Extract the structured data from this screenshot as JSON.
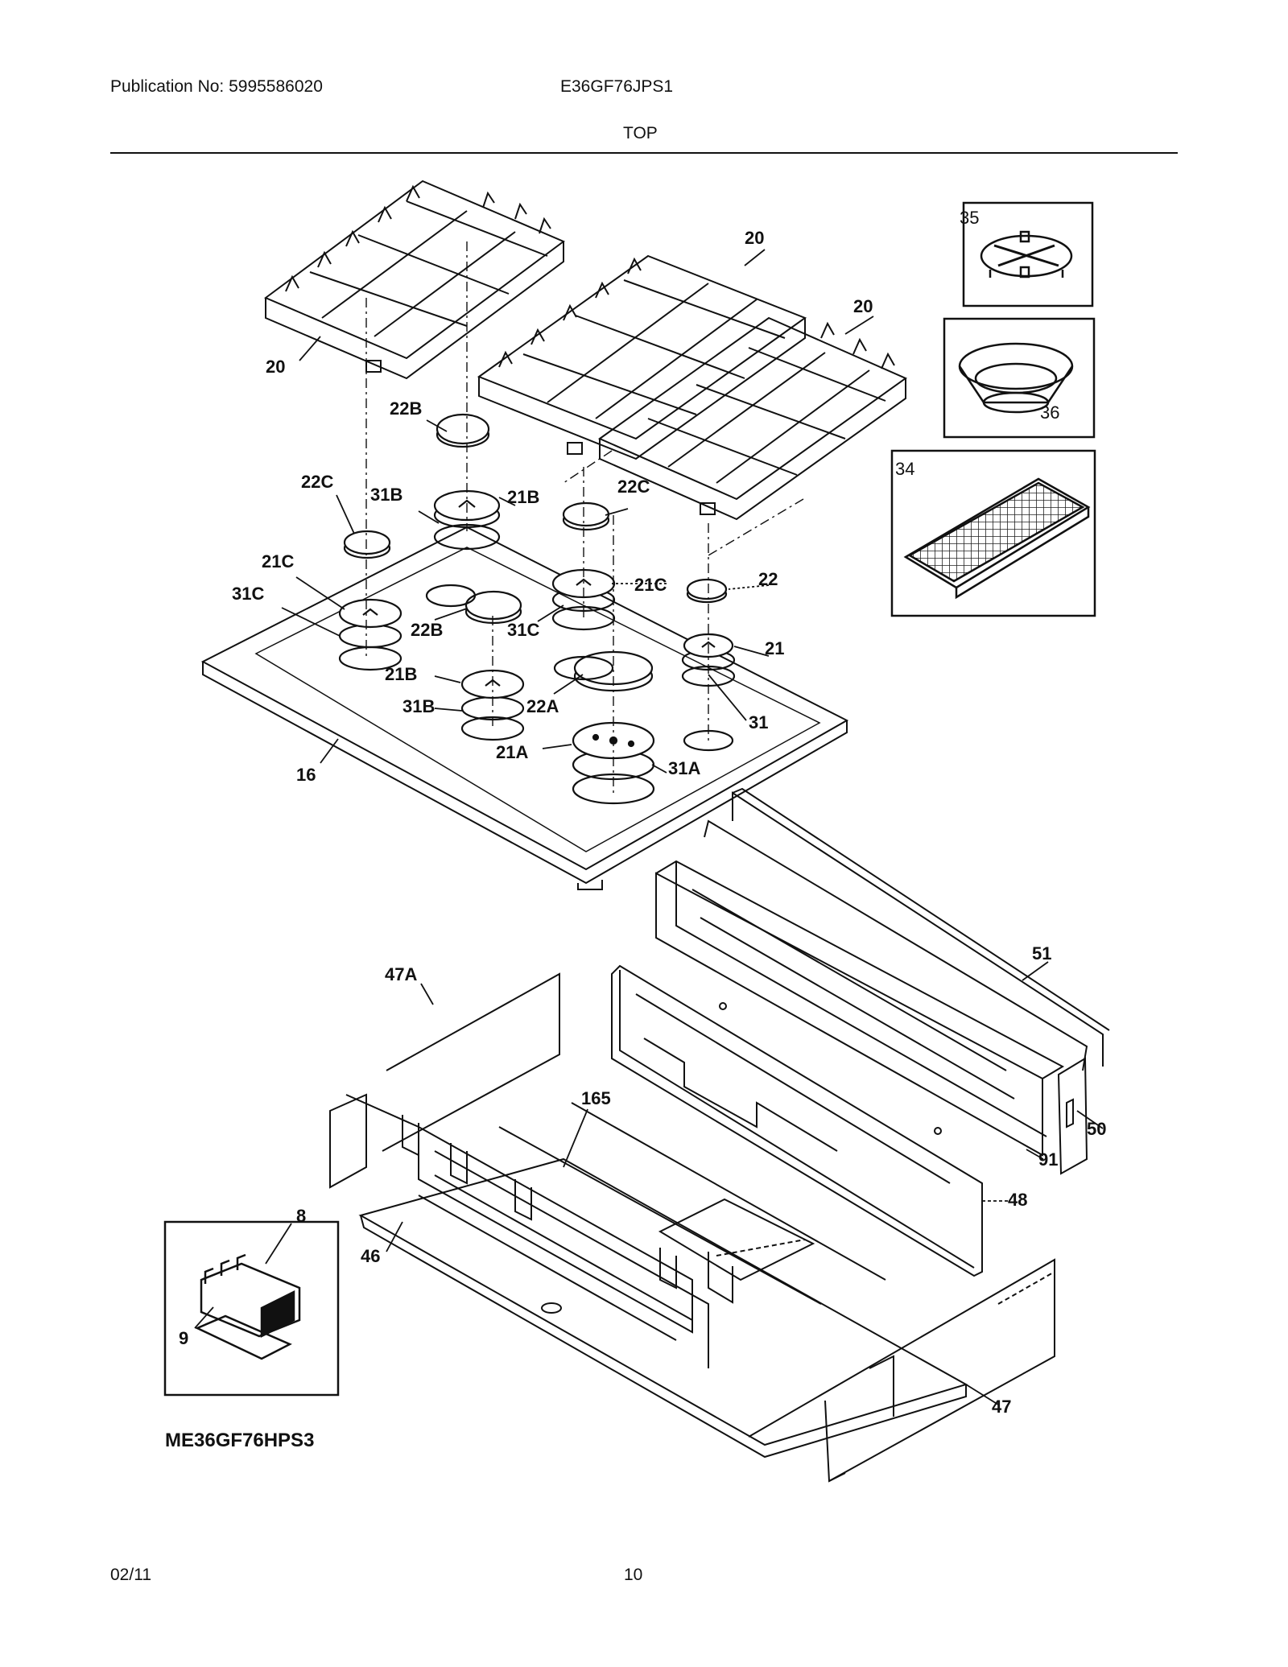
{
  "header": {
    "publication": "Publication No: 5995586020",
    "model": "E36GF76JPS1",
    "section": "TOP"
  },
  "footer": {
    "date": "02/11",
    "page": "10"
  },
  "diagram": {
    "model_note": "ME36GF76HPS3",
    "labels": {
      "grate_left": "20",
      "grate_center": "20",
      "grate_right": "20",
      "cap_22b_top": "22B",
      "cap_22c_left": "22C",
      "ring_31b_top": "31B",
      "head_21b_top": "21B",
      "cap_22c_right": "22C",
      "head_21c_left": "21C",
      "ring_31c_left": "31C",
      "head_21c_right": "21C",
      "cap_22": "22",
      "cap_22b_mid": "22B",
      "ring_31c_mid": "31C",
      "head_21": "21",
      "head_21b_low": "21B",
      "ring_31b_low": "31B",
      "cap_22a": "22A",
      "ring_31": "31",
      "head_21a": "21A",
      "ring_31a": "31A",
      "cooktop_16": "16",
      "wok_ring_35": "35",
      "ring_36": "36",
      "griddle_34": "34",
      "panel_51": "51",
      "panel_50": "50",
      "panel_91": "91",
      "panel_48": "48",
      "side_47a": "47A",
      "chassis_165": "165",
      "bottom_46": "46",
      "side_47": "47",
      "switch_8": "8",
      "bracket_9": "9"
    }
  }
}
